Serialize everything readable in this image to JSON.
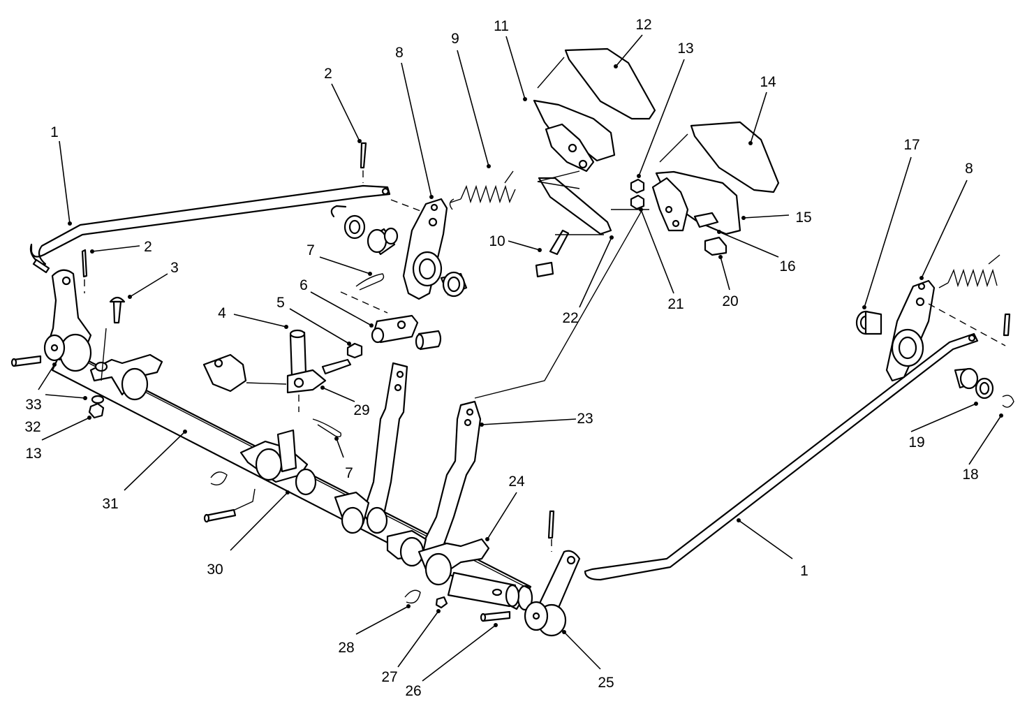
{
  "callouts": [
    {
      "id": "c1a",
      "text": "1"
    },
    {
      "id": "c2a",
      "text": "2"
    },
    {
      "id": "c2b",
      "text": "2"
    },
    {
      "id": "c3",
      "text": "3"
    },
    {
      "id": "c4",
      "text": "4"
    },
    {
      "id": "c5",
      "text": "5"
    },
    {
      "id": "c6",
      "text": "6"
    },
    {
      "id": "c7a",
      "text": "7"
    },
    {
      "id": "c8a",
      "text": "8"
    },
    {
      "id": "c9",
      "text": "9"
    },
    {
      "id": "c10",
      "text": "10"
    },
    {
      "id": "c11",
      "text": "11"
    },
    {
      "id": "c12",
      "text": "12"
    },
    {
      "id": "c13a",
      "text": "13"
    },
    {
      "id": "c14",
      "text": "14"
    },
    {
      "id": "c15",
      "text": "15"
    },
    {
      "id": "c16",
      "text": "16"
    },
    {
      "id": "c17",
      "text": "17"
    },
    {
      "id": "c8b",
      "text": "8"
    },
    {
      "id": "c18",
      "text": "18"
    },
    {
      "id": "c19",
      "text": "19"
    },
    {
      "id": "c20",
      "text": "20"
    },
    {
      "id": "c21",
      "text": "21"
    },
    {
      "id": "c22",
      "text": "22"
    },
    {
      "id": "c23",
      "text": "23"
    },
    {
      "id": "c24",
      "text": "24"
    },
    {
      "id": "c25",
      "text": "25"
    },
    {
      "id": "c26",
      "text": "26"
    },
    {
      "id": "c27",
      "text": "27"
    },
    {
      "id": "c28",
      "text": "28"
    },
    {
      "id": "c29",
      "text": "29"
    },
    {
      "id": "c30",
      "text": "30"
    },
    {
      "id": "c31",
      "text": "31"
    },
    {
      "id": "c32",
      "text": "32"
    },
    {
      "id": "c33",
      "text": "33"
    },
    {
      "id": "c13b",
      "text": "13"
    },
    {
      "id": "c7b",
      "text": "7"
    },
    {
      "id": "c1b",
      "text": "1"
    }
  ]
}
